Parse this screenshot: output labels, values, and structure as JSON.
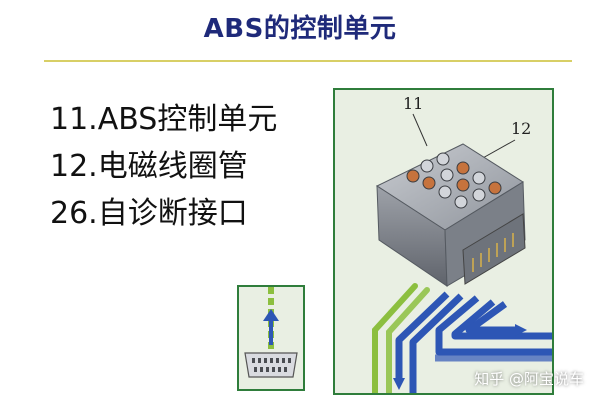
{
  "slide": {
    "title": "ABS的控制单元",
    "legend": [
      "11.ABS控制单元",
      "12.电磁线圈管",
      "26.自诊断接口"
    ]
  },
  "figure": {
    "callouts": [
      "11",
      "12"
    ]
  },
  "watermark": "知乎 @阿宝说车",
  "colors": {
    "title": "#1f2a7a",
    "rule": "#d8cf66",
    "frame_border": "#2f7d3b",
    "frame_bg": "#e9efe3",
    "arrow_blue": "#2d56b5",
    "arrow_green": "#8cbf3f"
  }
}
